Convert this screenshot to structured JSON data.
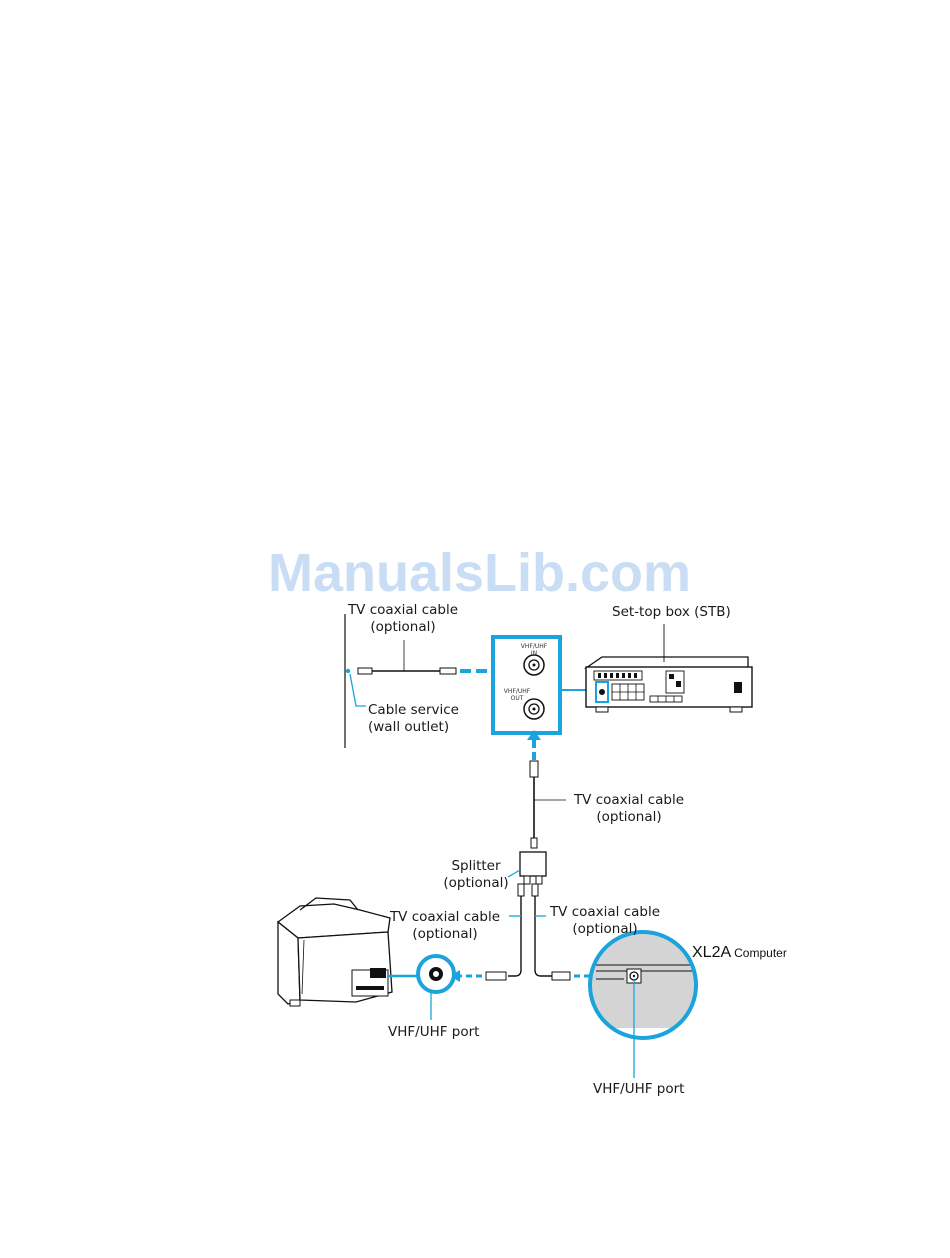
{
  "watermark": "ManualsLib.com",
  "labels": {
    "tv_coax_top_line1": "TV coaxial cable",
    "tv_coax_top_line2": "(optional)",
    "set_top_box": "Set-top box (STB)",
    "cable_service_line1": "Cable service",
    "cable_service_line2": "(wall outlet)",
    "tv_coax_mid_line1": "TV coaxial cable",
    "tv_coax_mid_line2": "(optional)",
    "splitter_line1": "Splitter",
    "splitter_line2": "(optional)",
    "tv_coax_left_line1": "TV coaxial cable",
    "tv_coax_left_line2": "(optional)",
    "tv_coax_right_line1": "TV coaxial cable",
    "tv_coax_right_line2": "(optional)",
    "computer_model": "XL2A",
    "computer_word": "Computer",
    "tv_port": "VHF/UHF port",
    "computer_port": "VHF/UHF port",
    "panel_in_line1": "VHF/UHF",
    "panel_in_line2": "IN",
    "panel_out_line1": "VHF/UHF",
    "panel_out_line2": "OUT"
  },
  "colors": {
    "accent": "#1aa3dd",
    "callout_fill": "#d4d4d4",
    "watermark": "#c9ddf5",
    "line": "#111111"
  }
}
